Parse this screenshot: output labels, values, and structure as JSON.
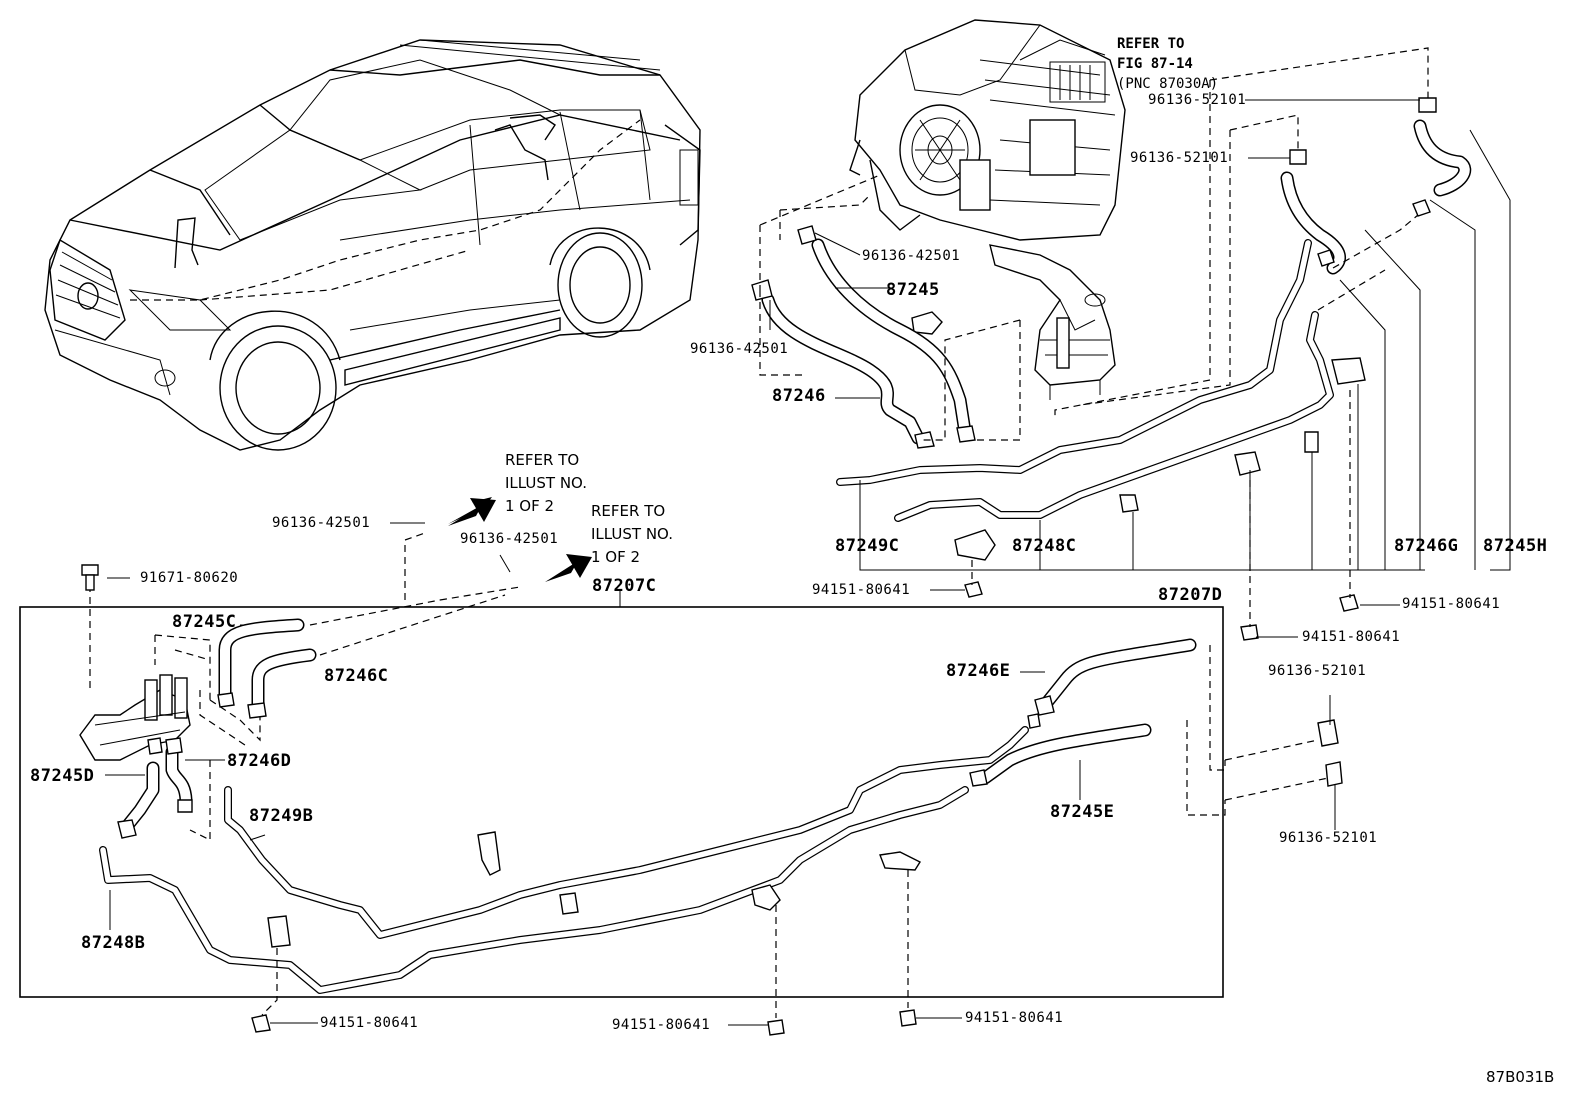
{
  "diagram_code": "87B031B",
  "refer_fig": {
    "line1": "REFER TO",
    "line2": "FIG 87-14",
    "line3": "(PNC 87030A)"
  },
  "refer_illust_1": {
    "line1": "REFER TO",
    "line2": "ILLUST NO.",
    "line3": "1 OF 2"
  },
  "refer_illust_2": {
    "line1": "REFER TO",
    "line2": "ILLUST NO.",
    "line3": "1 OF 2"
  },
  "labels": {
    "p_96136_52101_a": "96136-52101",
    "p_96136_52101_b": "96136-52101",
    "p_96136_42501_a": "96136-42501",
    "p_87245": "87245",
    "p_96136_42501_b": "96136-42501",
    "p_87246": "87246",
    "p_87249C": "87249C",
    "p_87248C": "87248C",
    "p_87246G": "87246G",
    "p_87245H": "87245H",
    "p_94151_80641_a": "94151-80641",
    "p_87207D": "87207D",
    "p_94151_80641_b": "94151-80641",
    "p_94151_80641_c": "94151-80641",
    "p_96136_52101_c": "96136-52101",
    "p_96136_52101_d": "96136-52101",
    "p_96136_42501_c": "96136-42501",
    "p_96136_42501_d": "96136-42501",
    "p_91671_80620": "91671-80620",
    "p_87207C": "87207C",
    "p_87245C": "87245C",
    "p_87246C": "87246C",
    "p_87246E": "87246E",
    "p_87246D": "87246D",
    "p_87245D": "87245D",
    "p_87249B": "87249B",
    "p_87245E": "87245E",
    "p_87248B": "87248B",
    "p_94151_80641_d": "94151-80641",
    "p_94151_80641_e": "94151-80641",
    "p_94151_80641_f": "94151-80641"
  }
}
